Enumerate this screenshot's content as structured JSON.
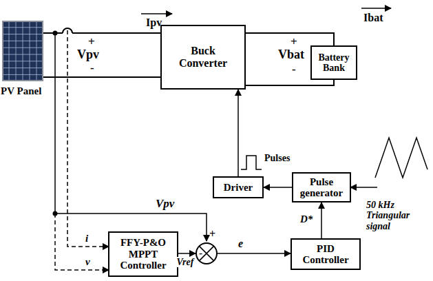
{
  "diagram": {
    "nodes": [
      {
        "text": [
          "PV Panel"
        ]
      },
      {
        "text": [
          "Buck Converter"
        ]
      },
      {
        "text": [
          "Battery Bank"
        ]
      },
      {
        "text": [
          "Driver"
        ]
      },
      {
        "text": [
          "Pulse generator"
        ]
      },
      {
        "text": [
          "FFY-P&O MPPT Controller"
        ]
      },
      {
        "text": [
          "+",
          "-"
        ]
      },
      {
        "text": [
          "PID Controller"
        ]
      }
    ],
    "edges": [
      {
        "from": 0,
        "to": 1,
        "arrow": "none"
      },
      {
        "from": 1,
        "to": 2,
        "arrow": "none"
      },
      {
        "from": 3,
        "to": 1,
        "arrow": "to"
      },
      {
        "from": 4,
        "to": 3,
        "arrow": "to"
      },
      {
        "from": 7,
        "to": 4,
        "arrow": "to",
        "label": "D*"
      },
      {
        "from": 5,
        "to": 6,
        "arrow": "to",
        "label": "Vref"
      },
      {
        "from": 6,
        "to": 7,
        "arrow": "to",
        "label": "e"
      }
    ],
    "labels": [
      "Ipv",
      "+",
      "Vpv",
      "-",
      "Ibat",
      "+",
      "Vbat",
      "-",
      "Pulses",
      "Vpv",
      "i",
      "v",
      "50 kHz Triangular signal"
    ]
  }
}
